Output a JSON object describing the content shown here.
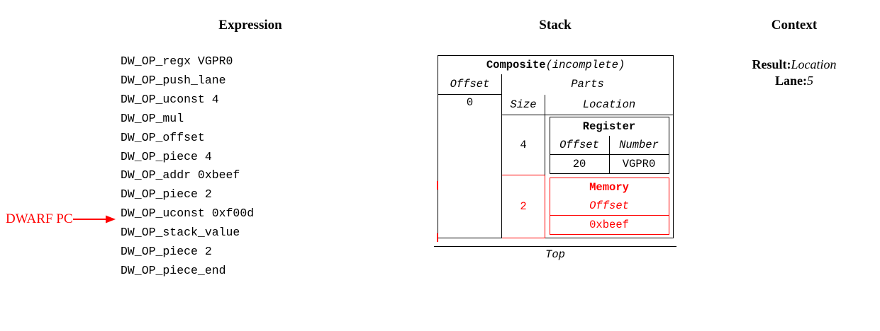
{
  "headings": {
    "expression": "Expression",
    "stack": "Stack",
    "context": "Context"
  },
  "expression": {
    "operations": [
      "DW_OP_regx VGPR0",
      "DW_OP_push_lane",
      "DW_OP_uconst 4",
      "DW_OP_mul",
      "DW_OP_offset",
      "DW_OP_piece 4",
      "DW_OP_addr 0xbeef",
      "DW_OP_piece 2",
      "DW_OP_uconst 0xf00d",
      "DW_OP_stack_value",
      "DW_OP_piece 2",
      "DW_OP_piece_end"
    ],
    "pc_marker": {
      "label": "DWARF PC",
      "points_to_index": 8,
      "color": "#ff0000"
    }
  },
  "stack": {
    "composite": {
      "title": "Composite",
      "qualifier": "(incomplete)",
      "offset_header": "Offset",
      "parts_header": "Parts",
      "offset_value": "0",
      "size_header": "Size",
      "location_header": "Location",
      "parts": [
        {
          "size": "4",
          "color": "#000000",
          "location": {
            "kind": "Register",
            "columns": [
              "Offset",
              "Number"
            ],
            "values": [
              "20",
              "VGPR0"
            ]
          }
        },
        {
          "size": "2",
          "color": "#ff0000",
          "location": {
            "kind": "Memory",
            "columns": [
              "Offset"
            ],
            "values": [
              "0xbeef"
            ]
          }
        }
      ]
    },
    "top_label": "Top"
  },
  "context": {
    "entries": [
      {
        "key": "Result:",
        "value": "Location"
      },
      {
        "key": "Lane:",
        "value": "5"
      }
    ]
  }
}
